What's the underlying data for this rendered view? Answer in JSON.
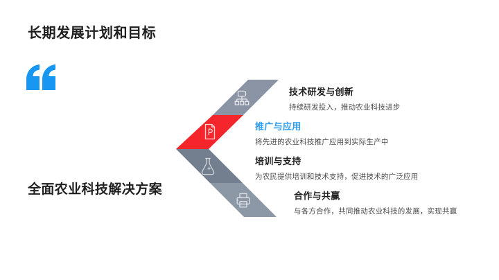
{
  "slide": {
    "title": "长期发展计划和目标",
    "footer_title": "全面农业科技解决方案",
    "colors": {
      "background": "#FFFFFF",
      "quote_blue": "#1897F2",
      "highlight_blue": "#2F9DF0",
      "chevron_red": "#F4262B",
      "chevron_gray_top": "#8A94A4",
      "chevron_gray_dark": "#737E8E",
      "chevron_gray_light": "#8D98A7",
      "title_text": "#1F1F1F",
      "desc_text": "#4B4B4B"
    },
    "steps": [
      {
        "icon": "sitemap-icon",
        "title": "技术研发与创新",
        "desc": "持续研发投入，推动农业科技进步",
        "highlighted": false
      },
      {
        "icon": "document-p-icon",
        "icon_letter": "P",
        "title": "推广与应用",
        "desc": "将先进的农业科技推广应用到实际生产中",
        "highlighted": true
      },
      {
        "icon": "flask-icon",
        "title": "培训与支持",
        "desc": "为农民提供培训和技术支持，促进技术的广泛应用",
        "highlighted": false
      },
      {
        "icon": "printer-icon",
        "title": "合作与共赢",
        "desc": "与各方合作，共同推动农业科技的发展，实现共赢",
        "highlighted": false
      }
    ]
  }
}
